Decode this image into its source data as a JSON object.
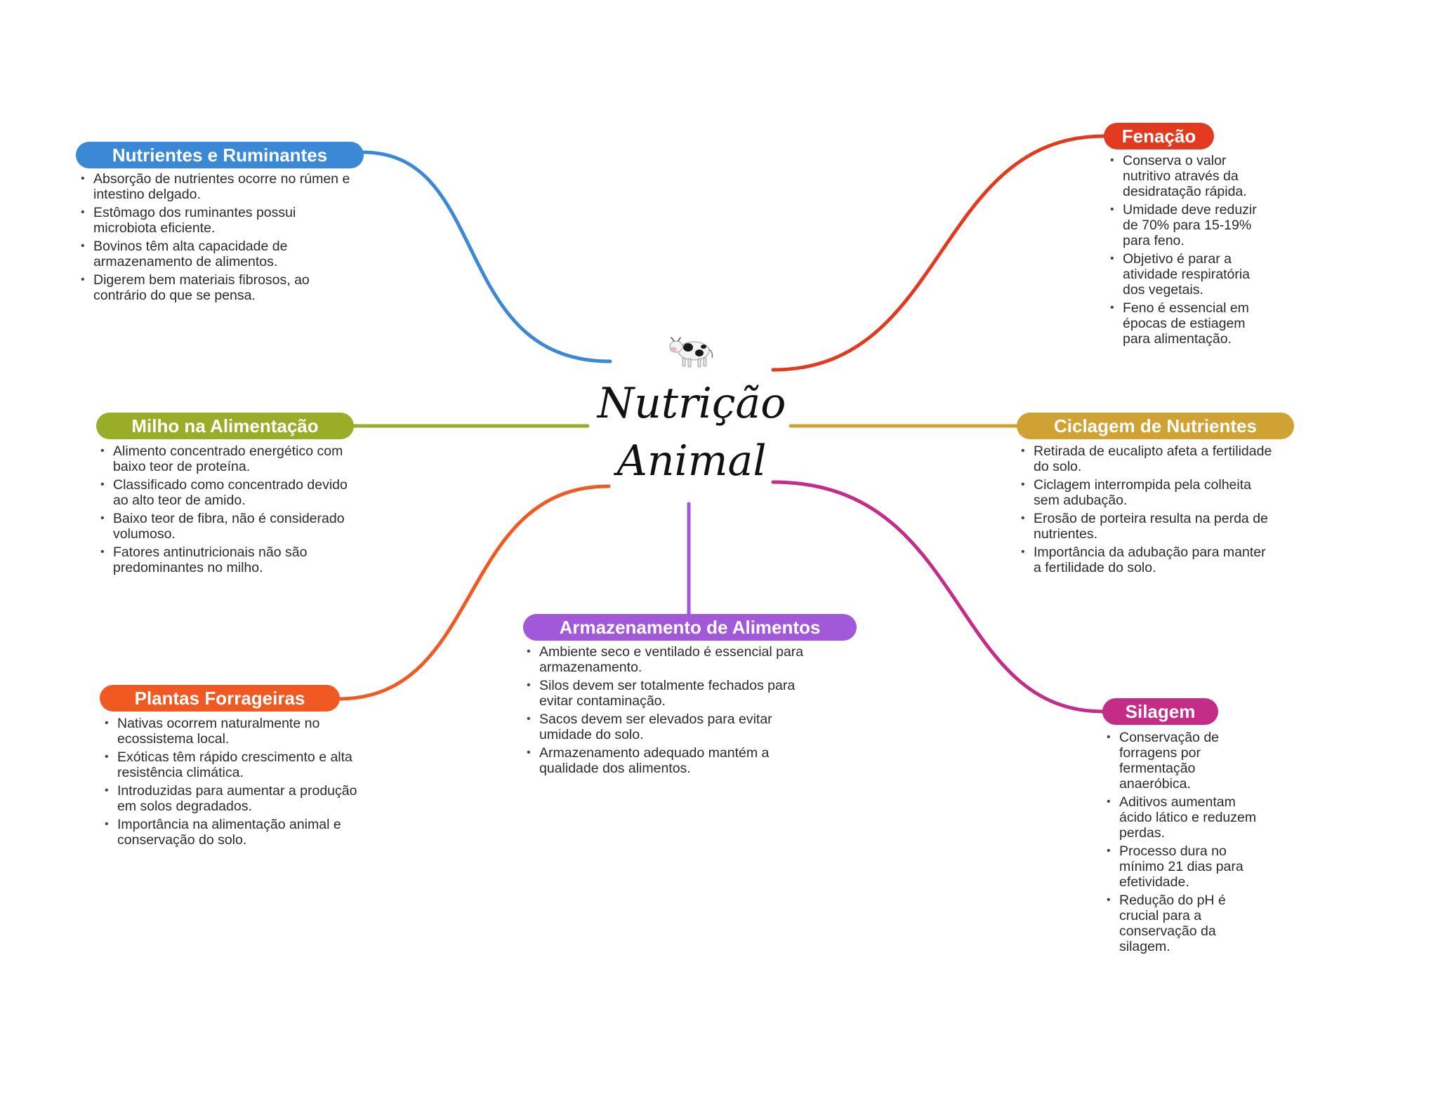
{
  "center": {
    "title_line1": "Nutrição",
    "title_line2": "Animal",
    "icon": "cow-icon"
  },
  "branches": {
    "nutrientes": {
      "title": "Nutrientes e Ruminantes",
      "color": "#3a88d6",
      "items": [
        "Absorção de nutrientes ocorre no rúmen e intestino delgado.",
        "Estômago dos ruminantes possui microbiota eficiente.",
        "Bovinos têm alta capacidade de armazenamento de alimentos.",
        "Digerem bem materiais fibrosos, ao contrário do que se pensa."
      ]
    },
    "milho": {
      "title": "Milho na Alimentação",
      "color": "#9aad28",
      "items": [
        "Alimento concentrado energético com baixo teor de proteína.",
        "Classificado como concentrado devido ao alto teor de amido.",
        "Baixo teor de fibra, não é considerado volumoso.",
        "Fatores antinutricionais não são predominantes no milho."
      ]
    },
    "plantas": {
      "title": "Plantas Forrageiras",
      "color": "#f05a22",
      "items": [
        "Nativas ocorrem naturalmente no ecossistema local.",
        "Exóticas têm rápido crescimento e alta resistência climática.",
        "Introduzidas para aumentar a produção em solos degradados.",
        "Importância na alimentação animal e conservação do solo."
      ]
    },
    "armazenamento": {
      "title": "Armazenamento de Alimentos",
      "color": "#a259d9",
      "items": [
        "Ambiente seco e ventilado é essencial para armazenamento.",
        "Silos devem ser totalmente fechados para evitar contaminação.",
        "Sacos devem ser elevados para evitar umidade do solo.",
        "Armazenamento adequado mantém a qualidade dos alimentos."
      ]
    },
    "fenacao": {
      "title": "Fenação",
      "color": "#e23a1f",
      "items": [
        "Conserva o valor nutritivo através da desidratação rápida.",
        "Umidade deve reduzir de 70% para 15-19% para feno.",
        "Objetivo é parar a atividade respiratória dos vegetais.",
        "Feno é essencial em épocas de estiagem para alimentação."
      ]
    },
    "ciclagem": {
      "title": "Ciclagem de Nutrientes",
      "color": "#cfa233",
      "items": [
        "Retirada de eucalipto afeta a fertilidade do solo.",
        "Ciclagem interrompida pela colheita sem adubação.",
        "Erosão de porteira resulta na perda de nutrientes.",
        "Importância da adubação para manter a fertilidade do solo."
      ]
    },
    "silagem": {
      "title": "Silagem",
      "color": "#c42c88",
      "items": [
        "Conservação de forragens por fermentação anaeróbica.",
        "Aditivos aumentam ácido lático e reduzem perdas.",
        "Processo dura no mínimo 21 dias para efetividade.",
        "Redução do pH é crucial para a conservação da silagem."
      ]
    }
  }
}
